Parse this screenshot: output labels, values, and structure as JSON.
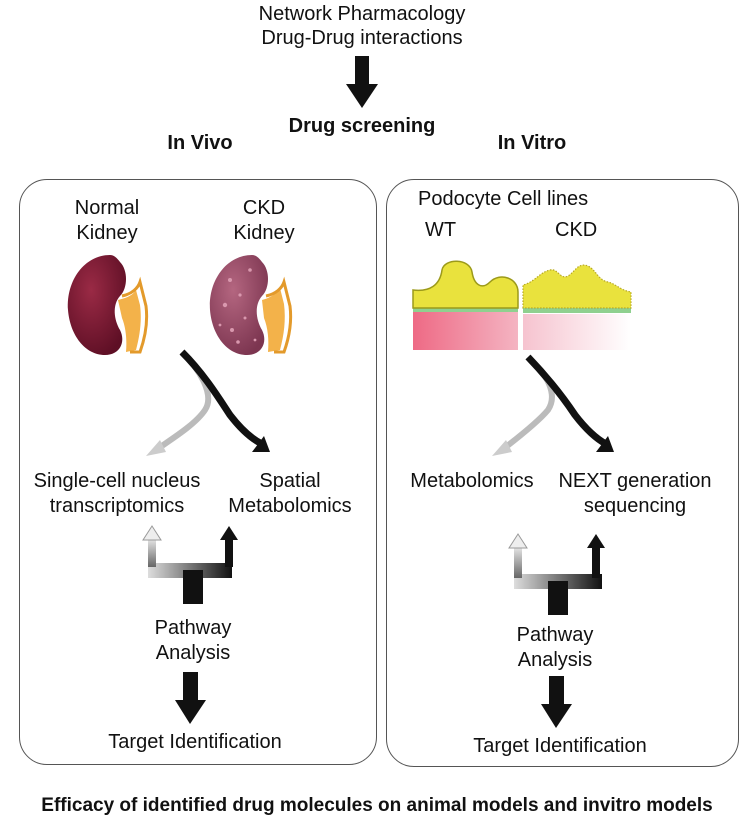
{
  "header": {
    "line1": "Network Pharmacology",
    "line2": "Drug-Drug interactions",
    "screening": "Drug screening"
  },
  "in_vivo": {
    "title": "In Vivo",
    "normal_kidney_line1": "Normal",
    "normal_kidney_line2": "Kidney",
    "ckd_kidney_line1": "CKD",
    "ckd_kidney_line2": "Kidney",
    "left_branch_line1": "Single-cell nucleus",
    "left_branch_line2": "transcriptomics",
    "right_branch_line1": "Spatial",
    "right_branch_line2": "Metabolomics",
    "pathway_line1": "Pathway",
    "pathway_line2": "Analysis",
    "target": "Target Identification"
  },
  "in_vitro": {
    "title": "In Vitro",
    "cell_lines": "Podocyte Cell lines",
    "wt": "WT",
    "ckd": "CKD",
    "left_branch": "Metabolomics",
    "right_branch_line1": "NEXT generation",
    "right_branch_line2": "sequencing",
    "pathway_line1": "Pathway",
    "pathway_line2": "Analysis",
    "target": "Target Identification"
  },
  "footer": "Efficacy of identified drug molecules on animal models and invitro models"
}
